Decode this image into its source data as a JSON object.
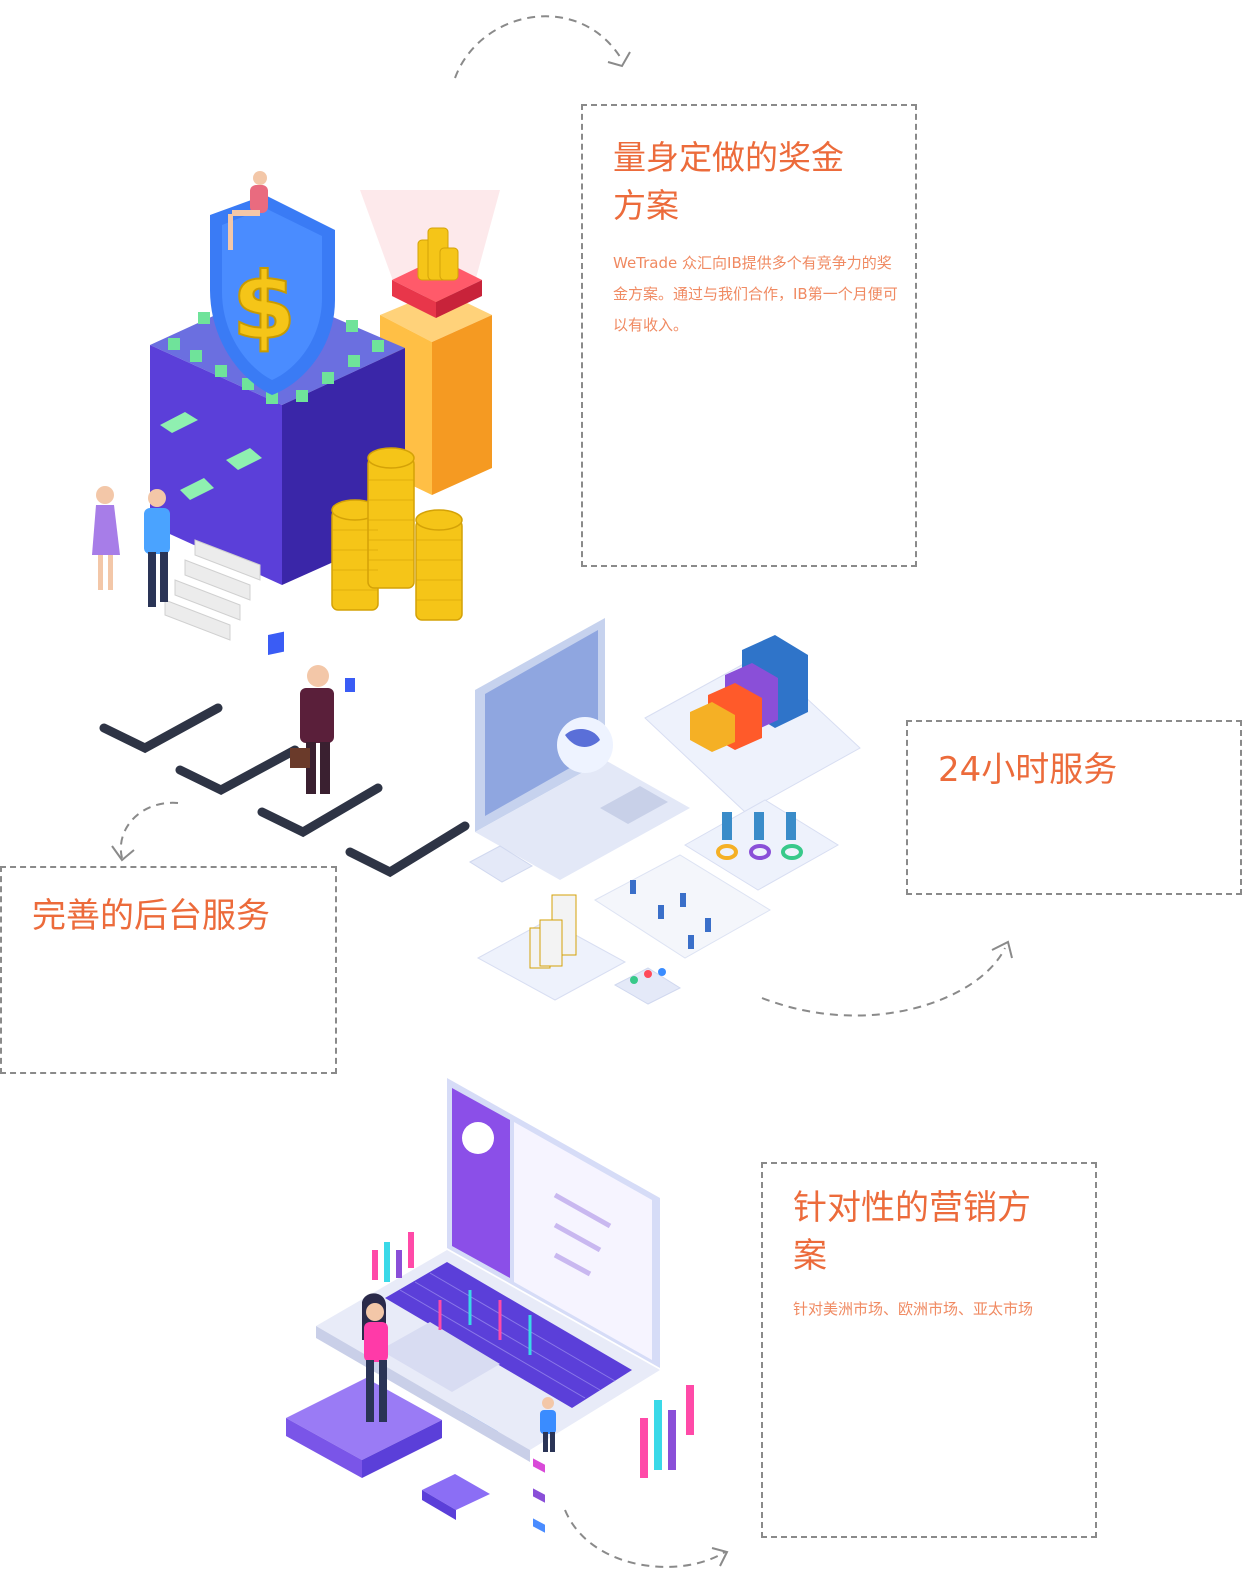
{
  "cards": [
    {
      "title": "量身定做的奖金方案",
      "description": "WeTrade 众汇向IB提供多个有竞争力的奖金方案。通过与我们合作，IB第一个月便可以有收入。"
    },
    {
      "title": "24小时服务"
    },
    {
      "title": "完善的后台服务"
    },
    {
      "title": "针对性的营销方案",
      "description": "针对美洲市场、欧洲市场、亚太市场"
    }
  ],
  "illustration": {
    "coin_symbol": "$"
  },
  "icons": [
    "dollar-shield-icon",
    "coin-stack-icon",
    "gift-box-icon",
    "laptop-icon",
    "globe-icon",
    "bar-chart-icon",
    "checkmark-icon",
    "person-icon"
  ],
  "colors": {
    "accent": "#ec6b3b",
    "text_light": "#f08a62",
    "border": "#8a8a8a",
    "purple": "#5b3fd9",
    "gold": "#f5c518"
  }
}
